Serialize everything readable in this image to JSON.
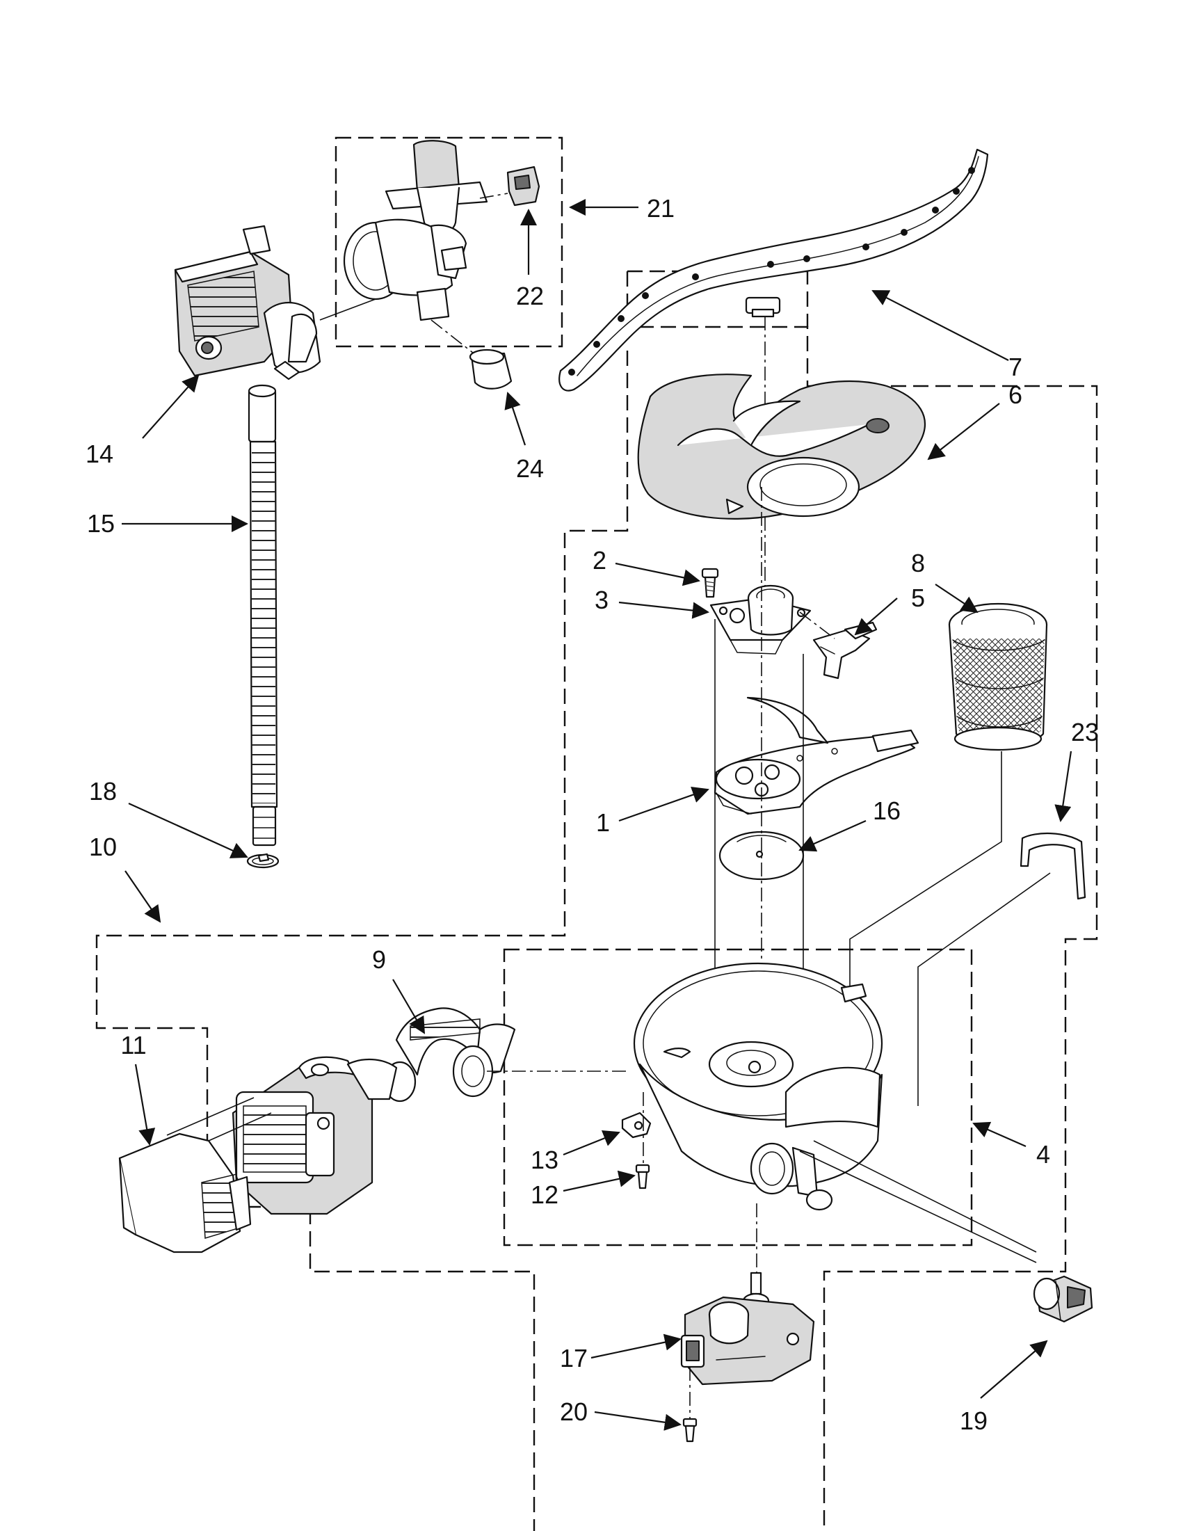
{
  "callouts": {
    "c1": "1",
    "c2": "2",
    "c3": "3",
    "c4": "4",
    "c5": "5",
    "c6": "6",
    "c7": "7",
    "c8": "8",
    "c9": "9",
    "c10": "10",
    "c11": "11",
    "c12": "12",
    "c13": "13",
    "c14": "14",
    "c15": "15",
    "c16": "16",
    "c17": "17",
    "c18": "18",
    "c19": "19",
    "c20": "20",
    "c21": "21",
    "c22": "22",
    "c23": "23",
    "c24": "24"
  },
  "colors": {
    "line": "#111111",
    "fill_light": "#d9d9d9",
    "fill_dark": "#6b6b6b",
    "background": "#ffffff"
  }
}
